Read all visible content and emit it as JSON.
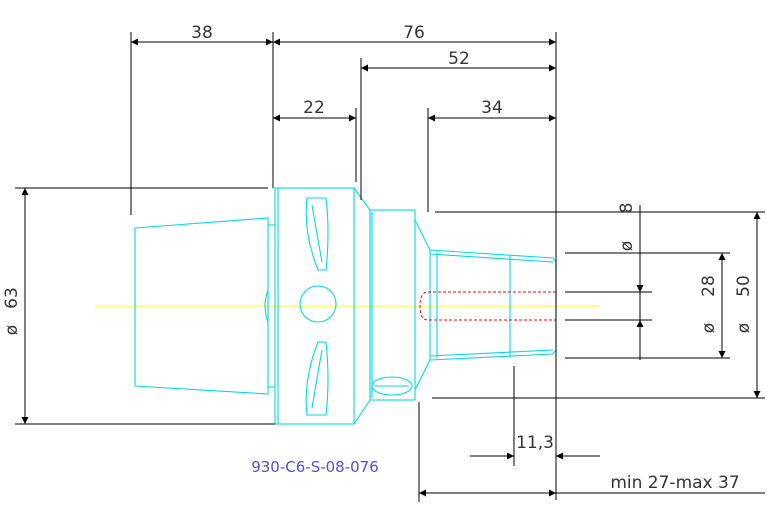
{
  "drawing": {
    "part_number": "930-C6-S-08-076",
    "dimensions": {
      "d38": "38",
      "d76": "76",
      "d52": "52",
      "d22": "22",
      "d34": "34",
      "d8": "8",
      "d28": "28",
      "d50": "50",
      "d63": "63",
      "d11_3": "11,3",
      "range": "min 27-max 37"
    },
    "diameter_symbol": "ø",
    "colors": {
      "dimension": "#000000",
      "part_outline": "#00d9e6",
      "hidden_line": "#ff0000",
      "center_axis": "#ffff00",
      "part_number_text": "#4f4fd0"
    }
  }
}
